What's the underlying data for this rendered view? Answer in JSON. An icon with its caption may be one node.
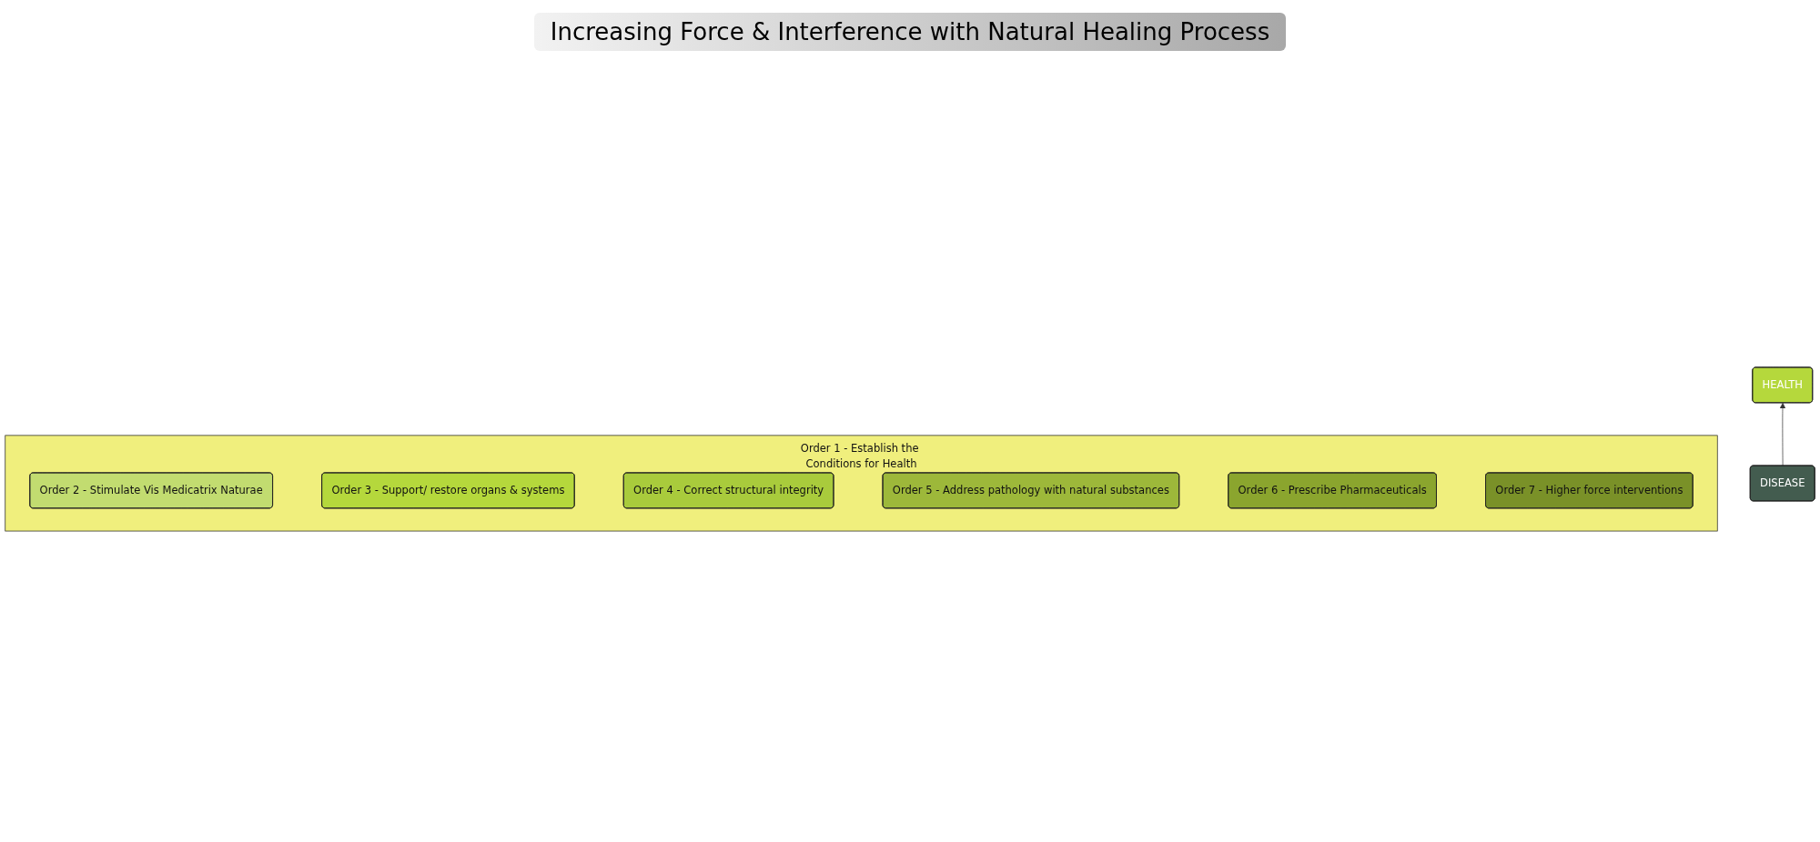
{
  "diagram": {
    "nodes": [
      {
        "text": [
          "Order 1 - Establish the Conditions for Health"
        ]
      },
      {
        "text": [
          "Order 2 - Stimulate Vis Medicatrix Naturae"
        ],
        "in": 0
      },
      {
        "text": [
          "Order 3 - Support/ restore organs & systems"
        ],
        "in": 0
      },
      {
        "text": [
          "Order 4 - Correct structural integrity"
        ],
        "in": 0
      },
      {
        "text": [
          "Order 5 - Address pathology with natural substances"
        ],
        "in": 0
      },
      {
        "text": [
          "Order 6 - Prescribe Pharmaceuticals"
        ],
        "in": 0
      },
      {
        "text": [
          "Order 7 - Higher force interventions"
        ],
        "in": 0
      },
      {
        "text": [
          "HEALTH"
        ]
      },
      {
        "text": [
          "DISEASE"
        ]
      }
    ],
    "edges": [
      {
        "from": 8,
        "to": 7,
        "arrow": "to"
      }
    ],
    "labels": [
      "Increasing Force & Interference with Natural Healing Process"
    ]
  }
}
